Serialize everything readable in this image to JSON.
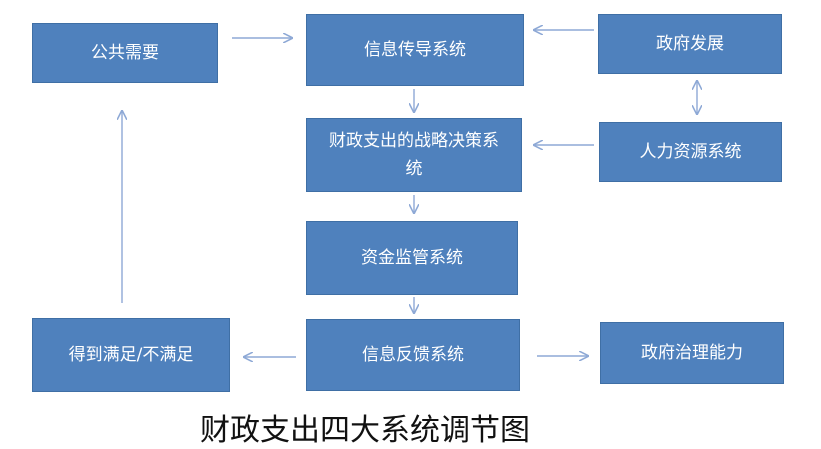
{
  "colors": {
    "box_fill": "#4f81bd",
    "box_text": "#ffffff",
    "arrow": "#8ea9d6"
  },
  "boxes": {
    "public_needs": "公共需要",
    "info_transmission": "信息传导系统",
    "gov_development": "政府发展",
    "strategy_decision": "财政支出的战略决策系统",
    "human_resources": "人力资源系统",
    "fund_supervision": "资金监管系统",
    "satisfaction": "得到满足/不满足",
    "info_feedback": "信息反馈系统",
    "governance_capacity": "政府治理能力"
  },
  "caption": "财政支出四大系统调节图"
}
